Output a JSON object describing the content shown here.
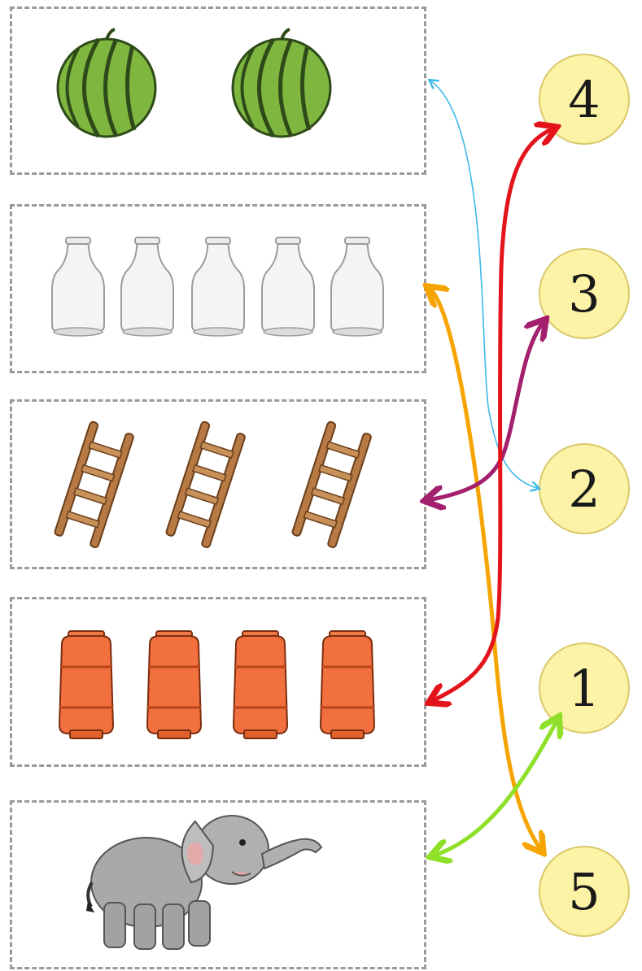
{
  "boxes": [
    {
      "item": "watermelon-icon",
      "count": 2
    },
    {
      "item": "milk-bottle-icon",
      "count": 5
    },
    {
      "item": "ladder-icon",
      "count": 3
    },
    {
      "item": "gas-cylinder-icon",
      "count": 4
    },
    {
      "item": "elephant-icon",
      "count": 1
    }
  ],
  "numbers": [
    "4",
    "3",
    "2",
    "1",
    "5"
  ],
  "connections": [
    {
      "box": 1,
      "number": "2",
      "color": "#3db8e8"
    },
    {
      "box": 2,
      "number": "5",
      "color": "#f5a400"
    },
    {
      "box": 3,
      "number": "3",
      "color": "#a3206e"
    },
    {
      "box": 4,
      "number": "4",
      "color": "#e3141b"
    },
    {
      "box": 5,
      "number": "1",
      "color": "#8fe028"
    }
  ],
  "colors": {
    "watermelon": "#7fb640",
    "bottle": "#f2f2f2",
    "ladder": "#b77a44",
    "cylinder": "#f2703e",
    "elephant": "#a8a8a8",
    "number_circle": "#fdf3a6"
  }
}
